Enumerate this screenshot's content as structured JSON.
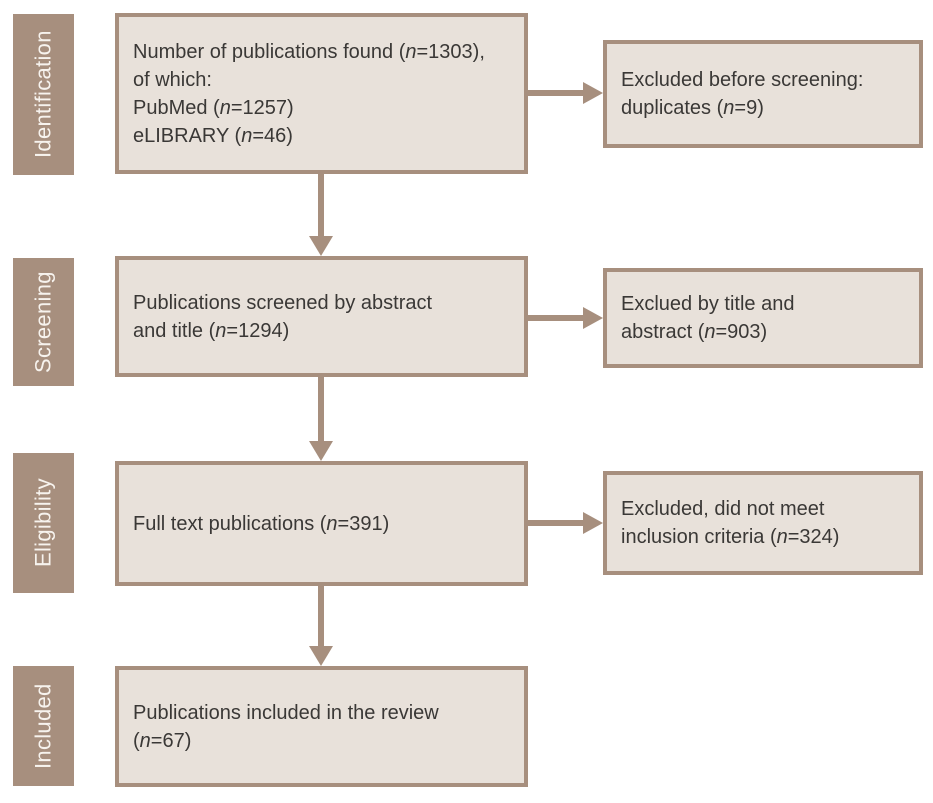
{
  "colors": {
    "taupe": "#a78f7e",
    "box_fill": "#e8e1da",
    "box_border": "#a78f7e",
    "text": "#3a3836",
    "label_text": "#f7f3ee",
    "background": "#ffffff"
  },
  "stages": [
    {
      "label": "Identification"
    },
    {
      "label": "Screening"
    },
    {
      "label": "Eligibility"
    },
    {
      "label": "Included"
    }
  ],
  "boxes": {
    "main": [
      {
        "html": "Number of publications found (<i>n</i>=1303),<br>of which:<br>PubMed (<i>n</i>=1257)<br>eLIBRARY (<i>n</i>=46)"
      },
      {
        "html": "Publications screened by abstract<br>and title (<i>n</i>=1294)"
      },
      {
        "html": "Full text publications (<i>n</i>=391)"
      },
      {
        "html": "Publications included in the review<br>(<i>n</i>=67)"
      }
    ],
    "excluded": [
      {
        "html": "Excluded before screening:<br>duplicates (<i>n</i>=9)"
      },
      {
        "html": "Exclued by title and<br>abstract (<i>n</i>=903)"
      },
      {
        "html": "Excluded, did not meet<br>inclusion criteria (<i>n</i>=324)"
      }
    ]
  }
}
